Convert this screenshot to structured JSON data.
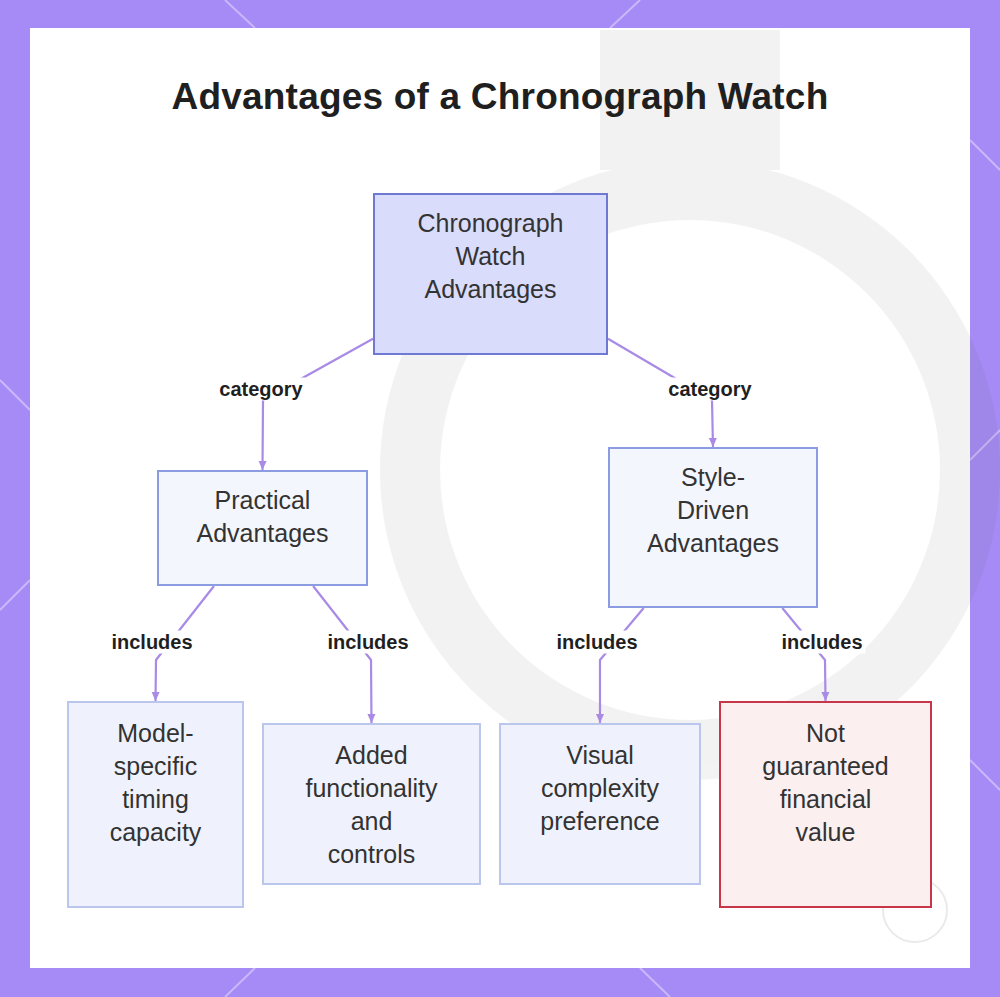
{
  "diagram": {
    "title": "Advantages of a Chronograph Watch",
    "nodes": [
      {
        "text": [
          "Chronograph Watch Advantages"
        ]
      },
      {
        "text": [
          "Practical Advantages"
        ]
      },
      {
        "text": [
          "Style-Driven Advantages"
        ]
      },
      {
        "text": [
          "Model-specific timing capacity"
        ]
      },
      {
        "text": [
          "Added functionality and controls"
        ]
      },
      {
        "text": [
          "Visual complexity preference"
        ]
      },
      {
        "text": [
          "Not guaranteed financial value"
        ]
      }
    ],
    "edges": [
      {
        "from": 0,
        "to": 1,
        "label": "category",
        "arrow": "to"
      },
      {
        "from": 0,
        "to": 2,
        "label": "category",
        "arrow": "to"
      },
      {
        "from": 1,
        "to": 3,
        "label": "includes",
        "arrow": "to"
      },
      {
        "from": 1,
        "to": 4,
        "label": "includes",
        "arrow": "to"
      },
      {
        "from": 2,
        "to": 5,
        "label": "includes",
        "arrow": "to"
      },
      {
        "from": 2,
        "to": 6,
        "label": "includes",
        "arrow": "to"
      }
    ]
  }
}
